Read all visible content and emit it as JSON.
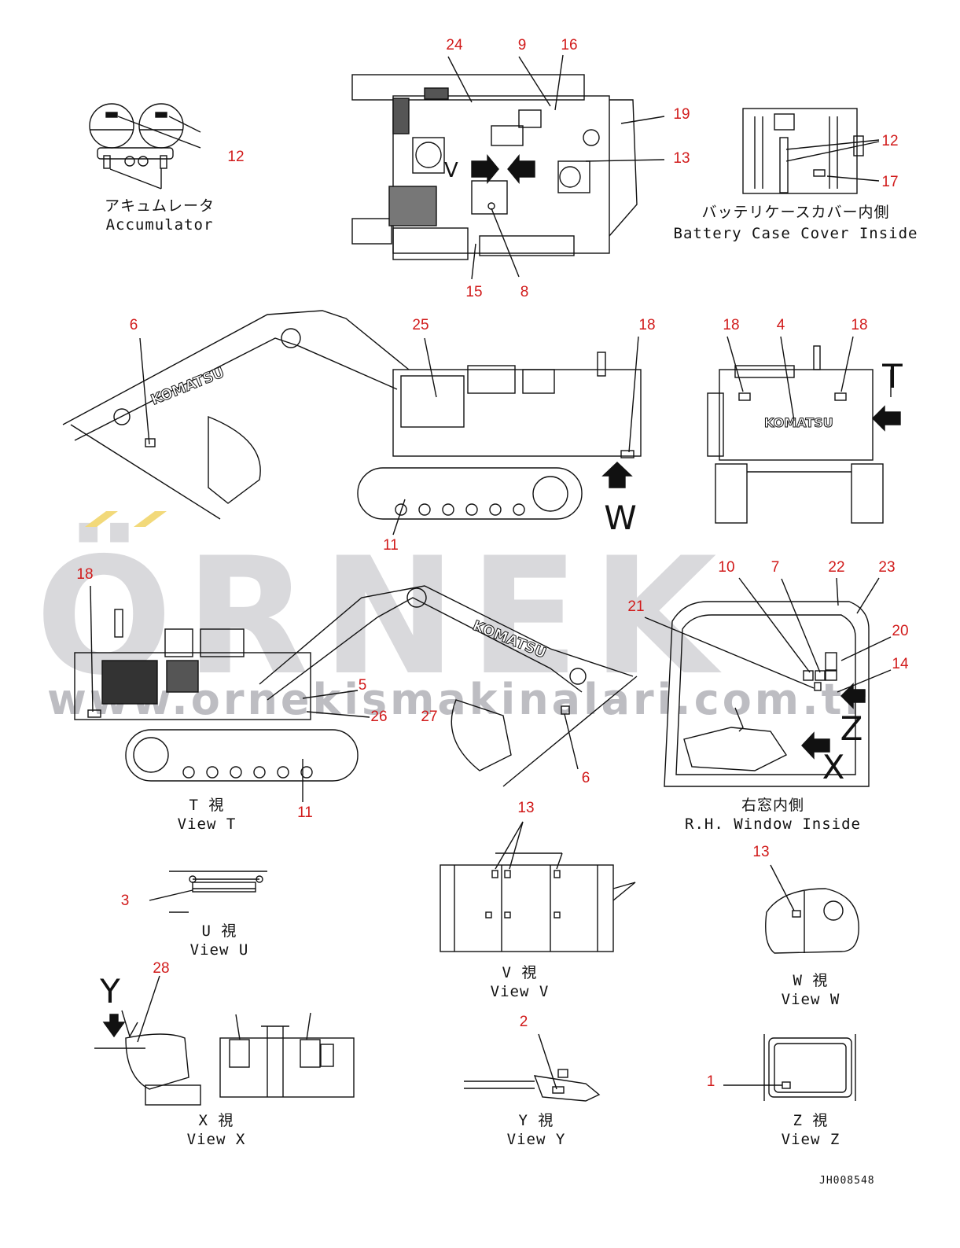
{
  "watermark": {
    "brand": "ÖRNEK",
    "url": "www.ornekismakinalari.com.tr"
  },
  "captions": {
    "accumulator_jp": "アキュムレータ",
    "accumulator_en": "Accumulator",
    "battery_jp": "バッテリケースカバー内側",
    "battery_en": "Battery Case Cover Inside",
    "view_t_jp": "T 視",
    "view_t_en": "View T",
    "rh_window_jp": "右窓内側",
    "rh_window_en": "R.H. Window Inside",
    "view_u_jp": "U 視",
    "view_u_en": "View U",
    "view_v_jp": "V 視",
    "view_v_en": "View V",
    "view_w_jp": "W 視",
    "view_w_en": "View W",
    "view_x_jp": "X 視",
    "view_x_en": "View X",
    "view_y_jp": "Y 視",
    "view_y_en": "View Y",
    "view_z_jp": "Z 視",
    "view_z_en": "View Z"
  },
  "view_markers": {
    "t": "T",
    "w": "W",
    "z": "Z",
    "x": "X",
    "y": "Y"
  },
  "document_id": "JH008548",
  "callouts": {
    "acc_12": "12",
    "top_24": "24",
    "top_9": "9",
    "top_16": "16",
    "top_19": "19",
    "top_13": "13",
    "top_15": "15",
    "top_8": "8",
    "bat_12": "12",
    "bat_17": "17",
    "side_6": "6",
    "side_25": "25",
    "side_18": "18",
    "side_11": "11",
    "rear_18a": "18",
    "rear_4": "4",
    "rear_18b": "18",
    "t_18": "18",
    "t_5": "5",
    "t_26": "26",
    "t_27": "27",
    "t_11": "11",
    "t_6": "6",
    "win_10": "10",
    "win_7": "7",
    "win_22": "22",
    "win_23": "23",
    "win_21": "21",
    "win_20": "20",
    "win_14": "14",
    "u_3": "3",
    "v_13": "13",
    "w_13": "13",
    "x_28": "28",
    "y_2": "2",
    "z_1": "1"
  },
  "colors": {
    "callout": "#d11a1a",
    "line": "#111111",
    "watermark_text": "#d9d9dc",
    "watermark_accent": "#f2d97a"
  }
}
